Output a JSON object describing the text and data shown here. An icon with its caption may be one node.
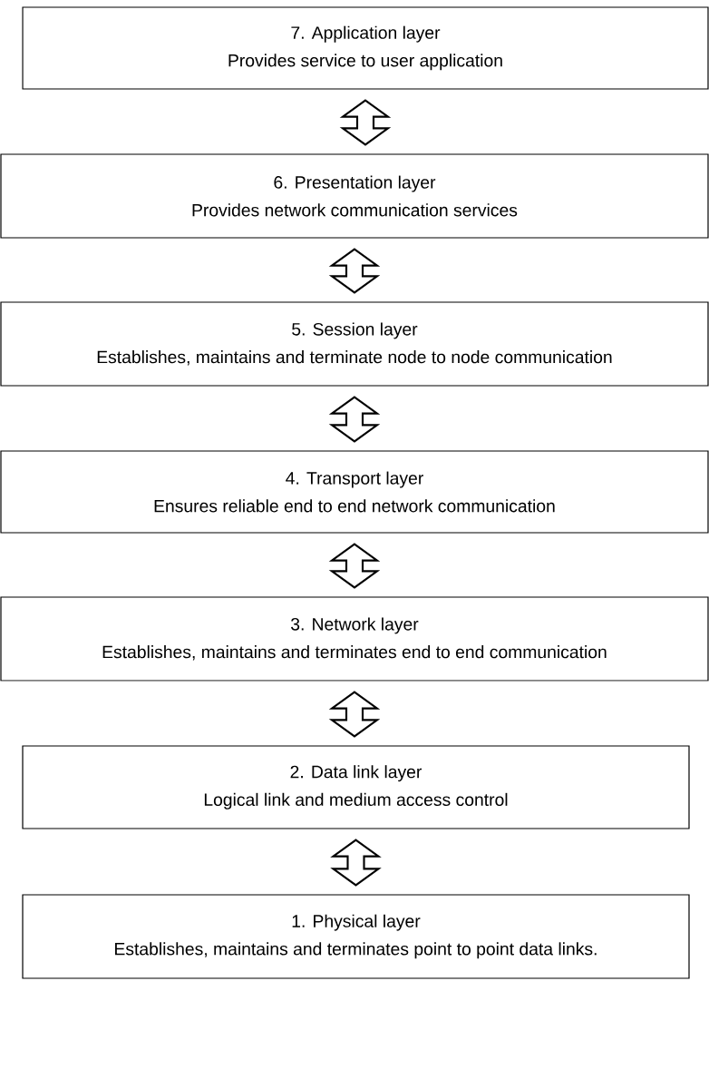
{
  "diagram": {
    "nodes": [
      {
        "text": [
          "7. Application layer",
          "Provides service to user application"
        ]
      },
      {
        "text": [
          "6. Presentation layer",
          "Provides network communication services"
        ]
      },
      {
        "text": [
          "5. Session layer",
          "Establishes, maintains and  terminate node to node communication"
        ]
      },
      {
        "text": [
          "4. Transport layer",
          "Ensures reliable end to end network communication"
        ]
      },
      {
        "text": [
          "3. Network layer",
          "Establishes, maintains and terminates end to end communication"
        ]
      },
      {
        "text": [
          "2. Data link layer",
          "Logical link and medium access control"
        ]
      },
      {
        "text": [
          "1. Physical layer",
          "Establishes, maintains and terminates point to point data links."
        ]
      }
    ],
    "edges": [
      {
        "from": 0,
        "to": 1,
        "arrow": "both"
      },
      {
        "from": 1,
        "to": 2,
        "arrow": "both"
      },
      {
        "from": 2,
        "to": 3,
        "arrow": "both"
      },
      {
        "from": 3,
        "to": 4,
        "arrow": "both"
      },
      {
        "from": 4,
        "to": 5,
        "arrow": "both"
      },
      {
        "from": 5,
        "to": 6,
        "arrow": "both"
      }
    ]
  }
}
